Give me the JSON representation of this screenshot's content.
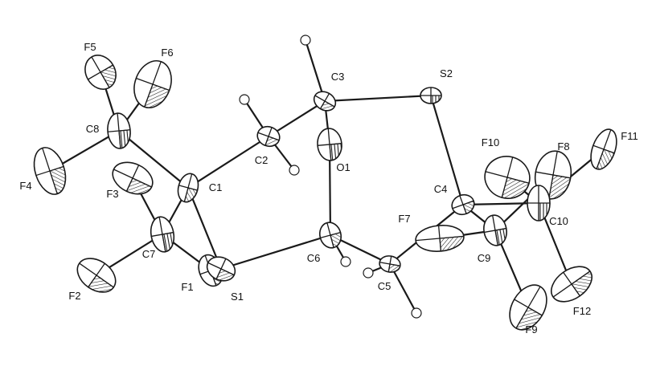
{
  "diagram": {
    "type": "ORTEP thermal ellipsoid molecular structure",
    "atoms": [
      {
        "id": "F5",
        "label": "F5",
        "element": "F"
      },
      {
        "id": "F6",
        "label": "F6",
        "element": "F"
      },
      {
        "id": "C8",
        "label": "C8",
        "element": "C"
      },
      {
        "id": "F4",
        "label": "F4",
        "element": "F"
      },
      {
        "id": "F3",
        "label": "F3",
        "element": "F"
      },
      {
        "id": "C1",
        "label": "C1",
        "element": "C"
      },
      {
        "id": "C7",
        "label": "C7",
        "element": "C"
      },
      {
        "id": "F2",
        "label": "F2",
        "element": "F"
      },
      {
        "id": "F1",
        "label": "F1",
        "element": "F"
      },
      {
        "id": "S1",
        "label": "S1",
        "element": "S"
      },
      {
        "id": "C2",
        "label": "C2",
        "element": "C"
      },
      {
        "id": "C3",
        "label": "C3",
        "element": "C"
      },
      {
        "id": "O1",
        "label": "O1",
        "element": "O"
      },
      {
        "id": "C6",
        "label": "C6",
        "element": "C"
      },
      {
        "id": "S2",
        "label": "S2",
        "element": "S"
      },
      {
        "id": "C5",
        "label": "C5",
        "element": "C"
      },
      {
        "id": "C4",
        "label": "C4",
        "element": "C"
      },
      {
        "id": "F7",
        "label": "F7",
        "element": "F"
      },
      {
        "id": "C9",
        "label": "C9",
        "element": "C"
      },
      {
        "id": "F10",
        "label": "F10",
        "element": "F"
      },
      {
        "id": "F8",
        "label": "F8",
        "element": "F"
      },
      {
        "id": "C10",
        "label": "C10",
        "element": "C"
      },
      {
        "id": "F11",
        "label": "F11",
        "element": "F"
      },
      {
        "id": "F9",
        "label": "F9",
        "element": "F"
      },
      {
        "id": "F12",
        "label": "F12",
        "element": "F"
      }
    ],
    "hydrogens": [
      "H-C3",
      "H1-C2",
      "H2-C2",
      "H-C6",
      "H1-C5",
      "H2-C5"
    ],
    "bonds": [
      [
        "C8",
        "F5"
      ],
      [
        "C8",
        "F6"
      ],
      [
        "C8",
        "F4"
      ],
      [
        "C8",
        "C1"
      ],
      [
        "C1",
        "C2"
      ],
      [
        "C1",
        "C7"
      ],
      [
        "C1",
        "S1"
      ],
      [
        "C7",
        "F3"
      ],
      [
        "C7",
        "F2"
      ],
      [
        "C7",
        "F1"
      ],
      [
        "C2",
        "C3"
      ],
      [
        "C3",
        "S2"
      ],
      [
        "C3",
        "O1"
      ],
      [
        "O1",
        "C6"
      ],
      [
        "C6",
        "S1"
      ],
      [
        "C6",
        "C5"
      ],
      [
        "C5",
        "C4"
      ],
      [
        "S2",
        "C4"
      ],
      [
        "C4",
        "C9"
      ],
      [
        "C4",
        "C10"
      ],
      [
        "C9",
        "F7"
      ],
      [
        "C9",
        "F8"
      ],
      [
        "C9",
        "F9"
      ],
      [
        "C10",
        "F10"
      ],
      [
        "C10",
        "F11"
      ],
      [
        "C10",
        "F12"
      ]
    ]
  }
}
